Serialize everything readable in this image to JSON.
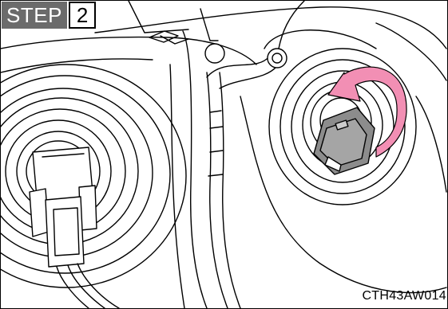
{
  "step": {
    "word": "STEP",
    "number": "2"
  },
  "illustration_code": "CTH43AW014",
  "colors": {
    "arrow": "#f28fb4",
    "connector": "#8c8c8c",
    "badge_bg": "#6b6b6b"
  },
  "icons": {
    "rotation_arrow": "counterclockwise-arrow-icon"
  }
}
